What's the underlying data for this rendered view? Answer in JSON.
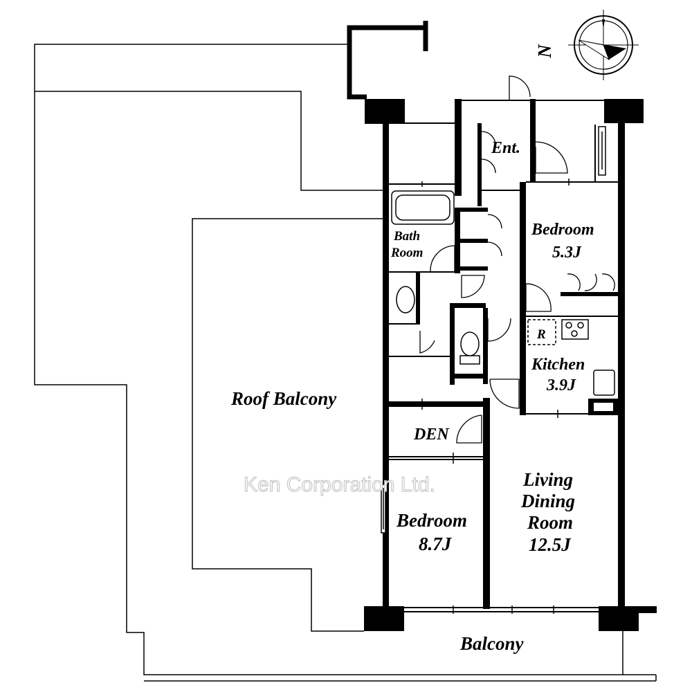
{
  "compass": {
    "label": "N",
    "icon": "compass-rose-icon"
  },
  "rooms": {
    "entrance": "Ent.",
    "bathroom_line1": "Bath",
    "bathroom_line2": "Room",
    "bedroom_north_name": "Bedroom",
    "bedroom_north_size": "5.3J",
    "refrigerator": "R",
    "kitchen_name": "Kitchen",
    "kitchen_size": "3.9J",
    "roof_balcony": "Roof Balcony",
    "den": "DEN",
    "bedroom_south_name": "Bedroom",
    "bedroom_south_size": "8.7J",
    "living_line1": "Living",
    "living_line2": "Dining",
    "living_line3": "Room",
    "living_size": "12.5J",
    "balcony": "Balcony"
  },
  "watermark": "Ken Corporation Ltd."
}
